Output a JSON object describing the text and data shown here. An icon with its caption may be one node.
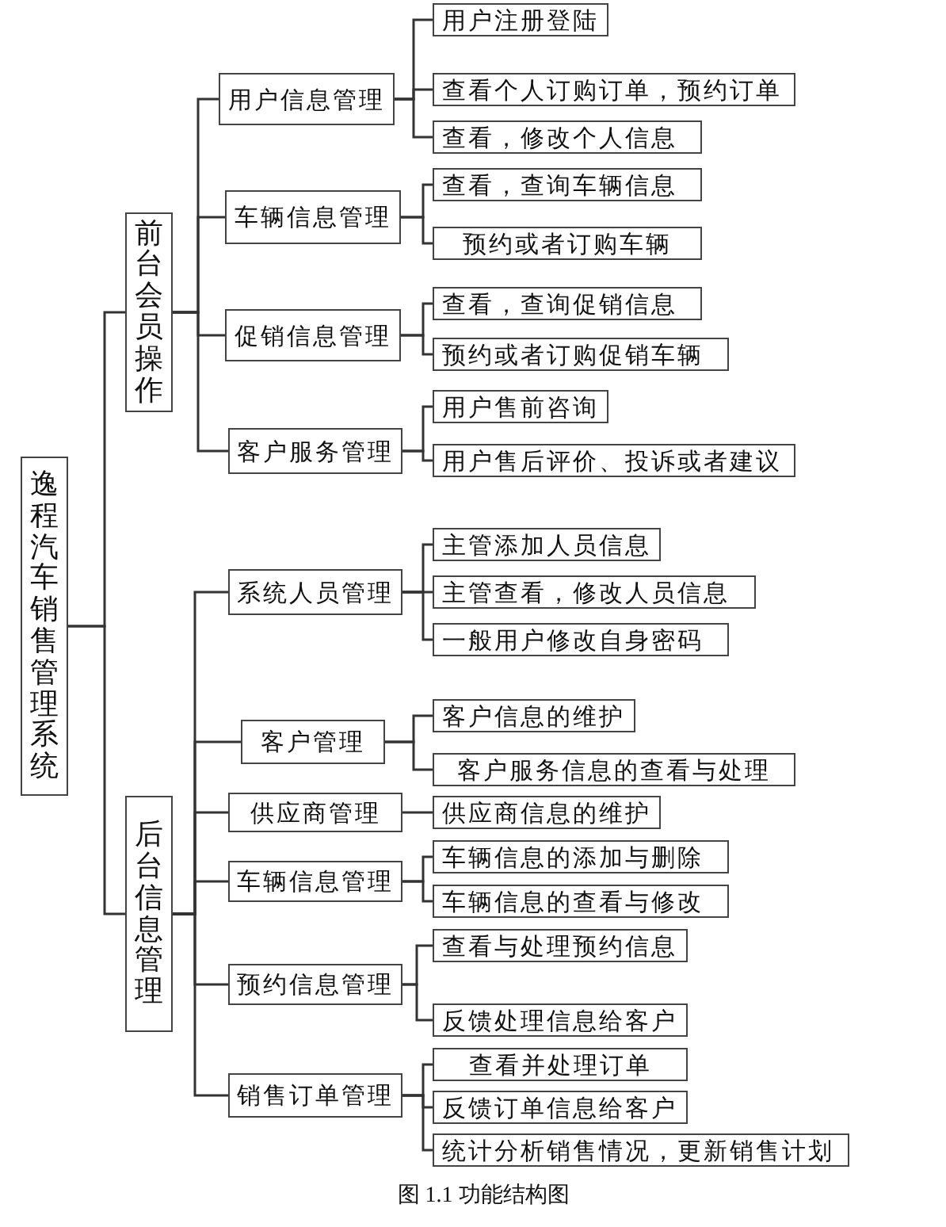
{
  "diagram": {
    "caption": "图 1.1 功能结构图",
    "nodes": [
      {
        "text": [
          "逸程汽车销售管理系统"
        ]
      },
      {
        "text": [
          "前台会员操作"
        ]
      },
      {
        "text": [
          "用户信息管理"
        ]
      },
      {
        "text": [
          "用户注册登陆"
        ]
      },
      {
        "text": [
          "查看个人订购订单，预约订单"
        ]
      },
      {
        "text": [
          "查看，修改个人信息"
        ]
      },
      {
        "text": [
          "车辆信息管理"
        ]
      },
      {
        "text": [
          "查看，查询车辆信息"
        ]
      },
      {
        "text": [
          "预约或者订购车辆"
        ]
      },
      {
        "text": [
          "促销信息管理"
        ]
      },
      {
        "text": [
          "查看，查询促销信息"
        ]
      },
      {
        "text": [
          "预约或者订购促销车辆"
        ]
      },
      {
        "text": [
          "客户服务管理"
        ]
      },
      {
        "text": [
          "用户售前咨询"
        ]
      },
      {
        "text": [
          "用户售后评价、投诉或者建议"
        ]
      },
      {
        "text": [
          "后台信息管理"
        ]
      },
      {
        "text": [
          "系统人员管理"
        ]
      },
      {
        "text": [
          "主管添加人员信息"
        ]
      },
      {
        "text": [
          "主管查看，修改人员信息"
        ]
      },
      {
        "text": [
          "一般用户修改自身密码"
        ]
      },
      {
        "text": [
          "客户管理"
        ]
      },
      {
        "text": [
          "客户信息的维护"
        ]
      },
      {
        "text": [
          "客户服务信息的查看与处理"
        ]
      },
      {
        "text": [
          "供应商管理"
        ]
      },
      {
        "text": [
          "供应商信息的维护"
        ]
      },
      {
        "text": [
          "车辆信息管理"
        ]
      },
      {
        "text": [
          "车辆信息的添加与删除"
        ]
      },
      {
        "text": [
          "车辆信息的查看与修改"
        ]
      },
      {
        "text": [
          "预约信息管理"
        ]
      },
      {
        "text": [
          "查看与处理预约信息"
        ]
      },
      {
        "text": [
          "反馈处理信息给客户"
        ]
      },
      {
        "text": [
          "销售订单管理"
        ]
      },
      {
        "text": [
          "查看并处理订单"
        ]
      },
      {
        "text": [
          "反馈订单信息给客户"
        ]
      },
      {
        "text": [
          "统计分析销售情况，更新销售计划"
        ]
      }
    ],
    "edges": [
      {
        "from": 0,
        "to": 1,
        "arrow": "none"
      },
      {
        "from": 0,
        "to": 15,
        "arrow": "none"
      },
      {
        "from": 1,
        "to": 2,
        "arrow": "none"
      },
      {
        "from": 2,
        "to": 3,
        "arrow": "none"
      },
      {
        "from": 2,
        "to": 4,
        "arrow": "none"
      },
      {
        "from": 2,
        "to": 5,
        "arrow": "none"
      },
      {
        "from": 1,
        "to": 6,
        "arrow": "none"
      },
      {
        "from": 6,
        "to": 7,
        "arrow": "none"
      },
      {
        "from": 6,
        "to": 8,
        "arrow": "none"
      },
      {
        "from": 1,
        "to": 9,
        "arrow": "none"
      },
      {
        "from": 9,
        "to": 10,
        "arrow": "none"
      },
      {
        "from": 9,
        "to": 11,
        "arrow": "none"
      },
      {
        "from": 1,
        "to": 12,
        "arrow": "none"
      },
      {
        "from": 12,
        "to": 13,
        "arrow": "none"
      },
      {
        "from": 12,
        "to": 14,
        "arrow": "none"
      },
      {
        "from": 15,
        "to": 16,
        "arrow": "none"
      },
      {
        "from": 16,
        "to": 17,
        "arrow": "none"
      },
      {
        "from": 16,
        "to": 18,
        "arrow": "none"
      },
      {
        "from": 16,
        "to": 19,
        "arrow": "none"
      },
      {
        "from": 15,
        "to": 20,
        "arrow": "none"
      },
      {
        "from": 20,
        "to": 21,
        "arrow": "none"
      },
      {
        "from": 20,
        "to": 22,
        "arrow": "none"
      },
      {
        "from": 15,
        "to": 23,
        "arrow": "none"
      },
      {
        "from": 23,
        "to": 24,
        "arrow": "none"
      },
      {
        "from": 15,
        "to": 25,
        "arrow": "none"
      },
      {
        "from": 25,
        "to": 26,
        "arrow": "none"
      },
      {
        "from": 25,
        "to": 27,
        "arrow": "none"
      },
      {
        "from": 15,
        "to": 28,
        "arrow": "none"
      },
      {
        "from": 28,
        "to": 29,
        "arrow": "none"
      },
      {
        "from": 28,
        "to": 30,
        "arrow": "none"
      },
      {
        "from": 15,
        "to": 31,
        "arrow": "none"
      },
      {
        "from": 31,
        "to": 32,
        "arrow": "none"
      },
      {
        "from": 31,
        "to": 33,
        "arrow": "none"
      },
      {
        "from": 31,
        "to": 34,
        "arrow": "none"
      }
    ]
  }
}
